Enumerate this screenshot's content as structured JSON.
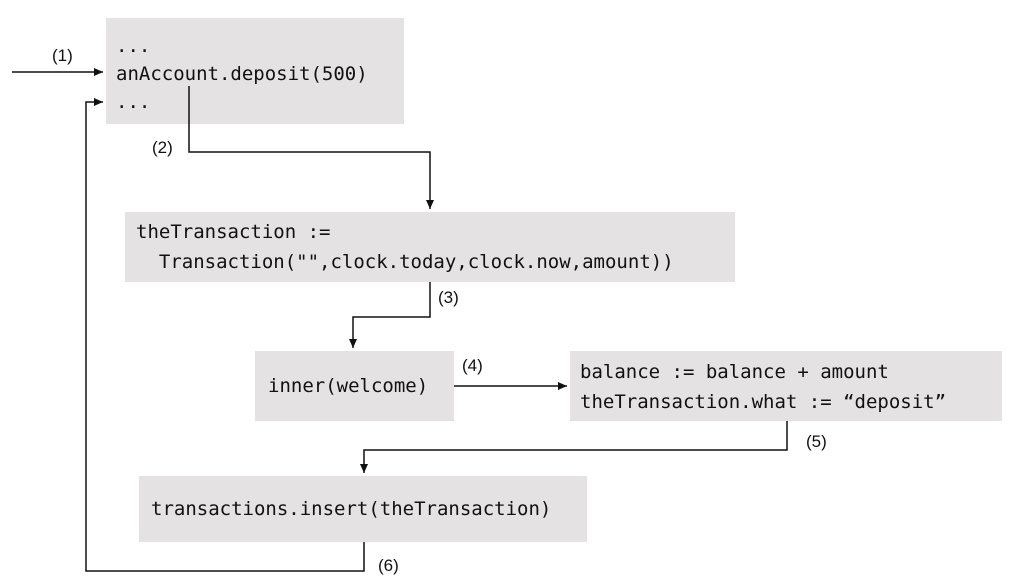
{
  "diagram": {
    "caller_box": {
      "lines": [
        "...",
        "anAccount.deposit(500)",
        "..."
      ]
    },
    "transaction_box": {
      "lines": [
        "theTransaction :=",
        "  Transaction(\"\",clock.today,clock.now,amount))"
      ]
    },
    "inner_box": {
      "lines": [
        "inner(welcome)"
      ]
    },
    "balance_box": {
      "lines": [
        "balance := balance + amount",
        "theTransaction.what := “deposit”"
      ]
    },
    "insert_box": {
      "lines": [
        "transactions.insert(theTransaction)"
      ]
    },
    "steps": [
      "(1)",
      "(2)",
      "(3)",
      "(4)",
      "(5)",
      "(6)"
    ]
  }
}
